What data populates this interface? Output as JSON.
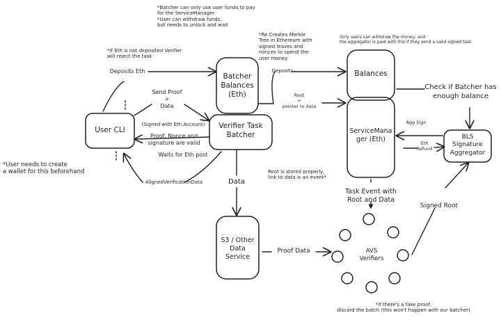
{
  "nodes": {
    "user_cli": "User CLI",
    "batcher_balances": "Batcher\nBalances\n(Eth)",
    "verifier_task_batcher": "Verifier Task\nBatcher",
    "balances": "Balances",
    "service_manager": "ServiceMana\nger (Eth)",
    "bls_aggregator": "BLS\nSignature\nAggregator",
    "s3_data_service": "S3 / Other\nData\nService",
    "avs_verifiers": "AVS\nVerifiers"
  },
  "edges": {
    "deposits_eth": "Deposits Eth",
    "send_proof_data": "Send Proof\n+\nData",
    "signed_with_eth": "(Signed with Eth Account)",
    "proof_nonce_valid": "Proof, Nonce and\nsignature are valid",
    "waits_for_eth_post": "Waits for Eth post",
    "aligned_verification_data": "AlignedVerificationData",
    "data": "Data",
    "deposits": "Deposits",
    "root_pointer": "Root\n+\npointer to data",
    "check_batcher_balance": "Check if Batcher has\nenough balance",
    "agg_sign": "Agg Sign",
    "eth_refund": "Eth\nRefund",
    "task_event": "Task Event with\nRoot and Data",
    "proof_data": "Proof Data",
    "signed_root": "Signed Root"
  },
  "notes": {
    "batcher_funds": "*Batcher can only use user funds to pay\nfor the ServiceManager\n*User can withdraw funds,\nbut needs to unlock and wait",
    "recreates_merkle": "*Re Creates Merkle\nTree in Ethereum with\nsigned leaves and\nnonces to spend the\nuser money",
    "only_users_withdraw": "Only users can withdraw the money, and\nthe aggregator is paid with this if they send a valid signed task",
    "eth_not_deposited": "*If Eth is not deposited Verifier\nwill reject the task",
    "user_wallet": "*User needs to create\na wallet for this beforehand",
    "root_stored": "Root is stored properly,\nlink to data is an event*",
    "fake_proof": "*if there's a fake proof,\ndiscard the batch (this won't happen with our batcher)"
  }
}
